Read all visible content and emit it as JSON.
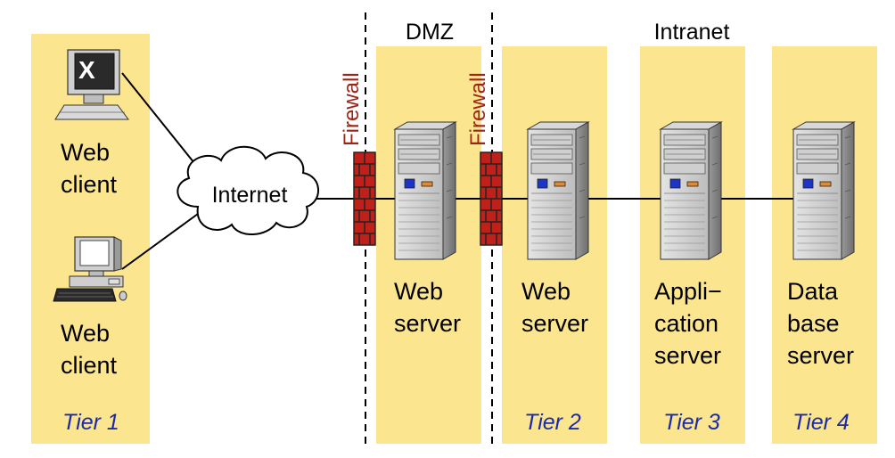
{
  "colors": {
    "tier_background": "#fbe58f",
    "firewall": "#c0201a",
    "firewall_text": "#9c2518",
    "tier_label": "#1b2aa8",
    "text": "#000000",
    "line": "#000000"
  },
  "zones": {
    "dmz": "DMZ",
    "intranet": "Intranet"
  },
  "network": {
    "internet": "Internet"
  },
  "firewalls": [
    {
      "label": "Firewall"
    },
    {
      "label": "Firewall"
    }
  ],
  "clients": [
    {
      "line1": "Web",
      "line2": "client",
      "icon": "crt-terminal-icon"
    },
    {
      "line1": "Web",
      "line2": "client",
      "icon": "desktop-computer-icon"
    }
  ],
  "servers": [
    {
      "lines": [
        "Web",
        "server"
      ],
      "icon": "server-tower-icon"
    },
    {
      "lines": [
        "Web",
        "server"
      ],
      "icon": "server-tower-icon"
    },
    {
      "lines": [
        "Appli−",
        "cation",
        "server"
      ],
      "icon": "server-tower-icon"
    },
    {
      "lines": [
        "Data",
        "base",
        "server"
      ],
      "icon": "server-tower-icon"
    }
  ],
  "tiers": [
    "Tier 1",
    "Tier 2",
    "Tier 3",
    "Tier 4"
  ]
}
